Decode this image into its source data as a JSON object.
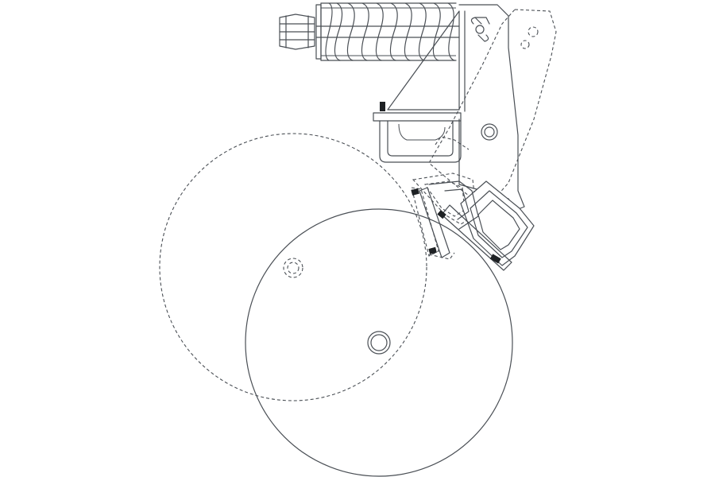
{
  "diagram": {
    "colors": {
      "line": "#4a4f55",
      "dark_part": "#1e2124",
      "background": "#ffffff"
    },
    "parts": [
      "disc-wheel-raised-dashed",
      "disc-wheel-working-solid",
      "compression-spring",
      "hex-nut",
      "mounting-bracket",
      "swing-arm-dashed",
      "square-tube-clamp",
      "u-bolt-brackets",
      "bolt-heads"
    ]
  }
}
